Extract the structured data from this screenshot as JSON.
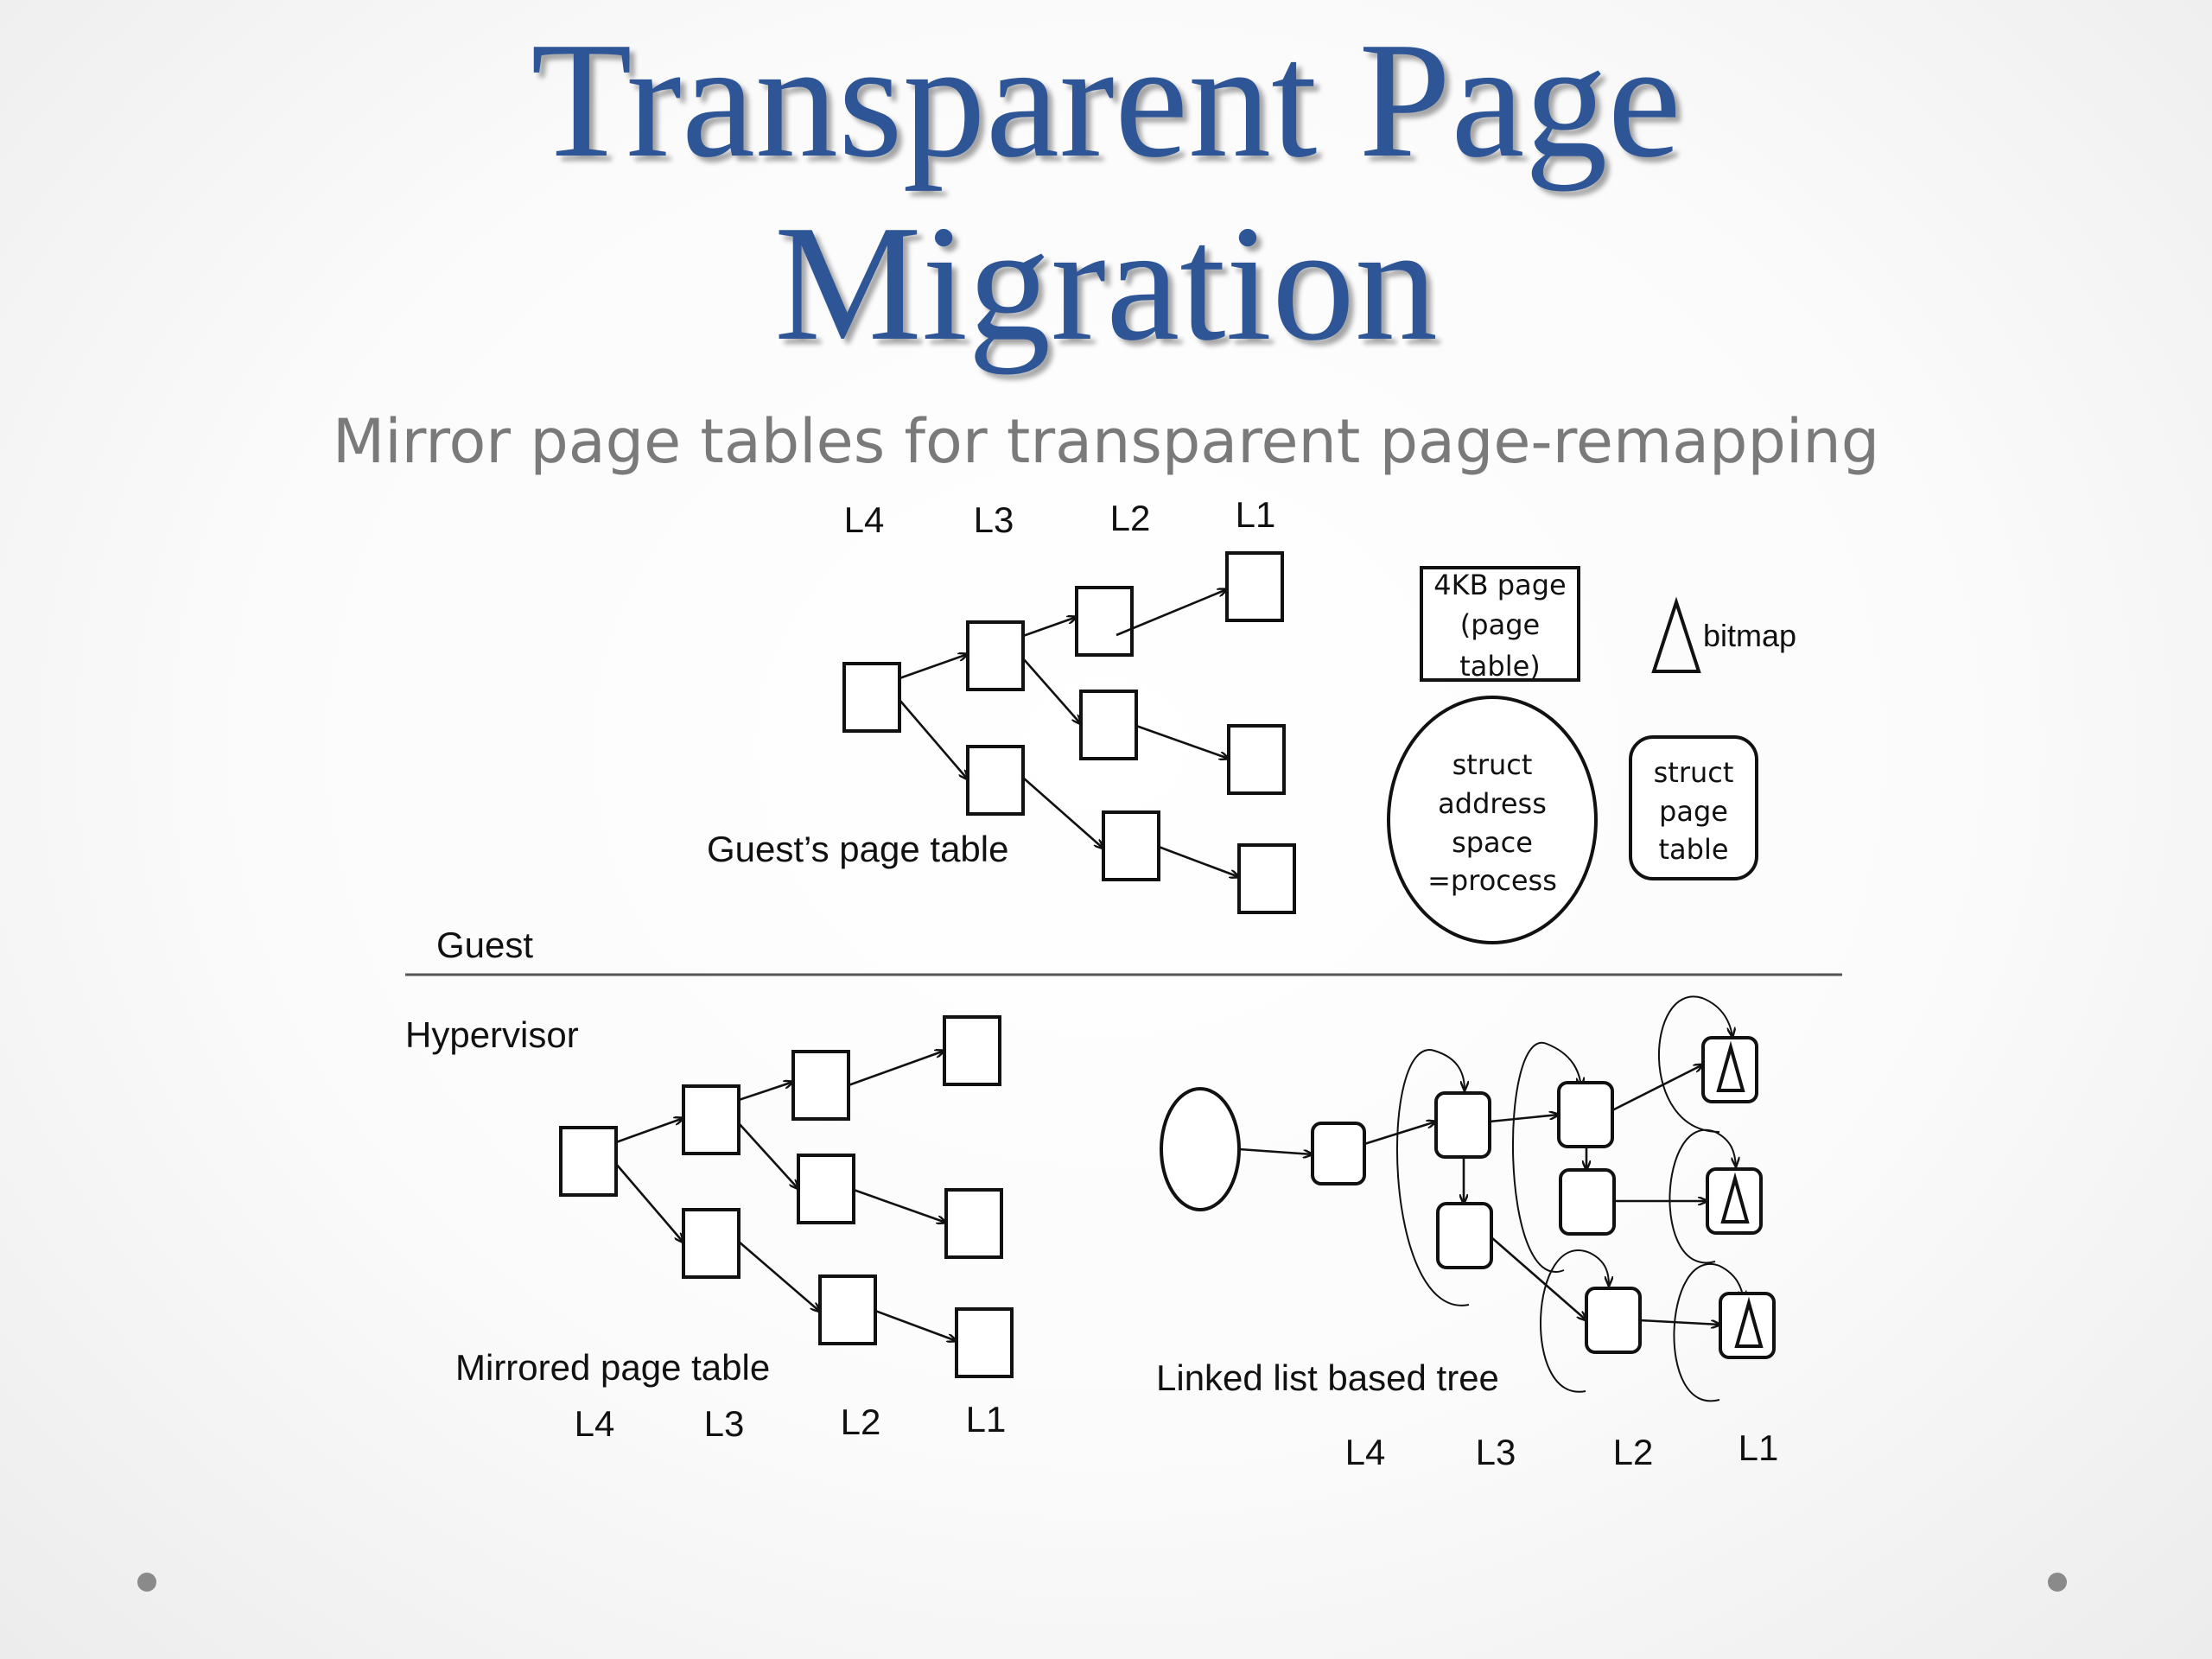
{
  "title": {
    "line1": "Transparent Page",
    "line2": "Migration"
  },
  "subtitle": "Mirror page tables for transparent page-remapping",
  "guest": {
    "levels": [
      "L4",
      "L3",
      "L2",
      "L1"
    ],
    "caption": "Guest’s page table",
    "region_label": "Guest"
  },
  "hypervisor": {
    "region_label": "Hypervisor",
    "mirrored": {
      "caption": "Mirrored page table",
      "levels": [
        "L4",
        "L3",
        "L2",
        "L1"
      ]
    },
    "linked": {
      "caption": "Linked list based tree",
      "levels": [
        "L4",
        "L3",
        "L2",
        "L1"
      ]
    }
  },
  "legend": {
    "page_box": [
      "4KB page",
      "(page",
      "table)"
    ],
    "bitmap_symbol": "Δ",
    "bitmap_label": "bitmap",
    "address_space": [
      "struct",
      "address",
      "space",
      "=process"
    ],
    "page_table": [
      "struct",
      "page",
      "table"
    ]
  },
  "icons": {
    "slide_bullets": "dot-icon"
  }
}
